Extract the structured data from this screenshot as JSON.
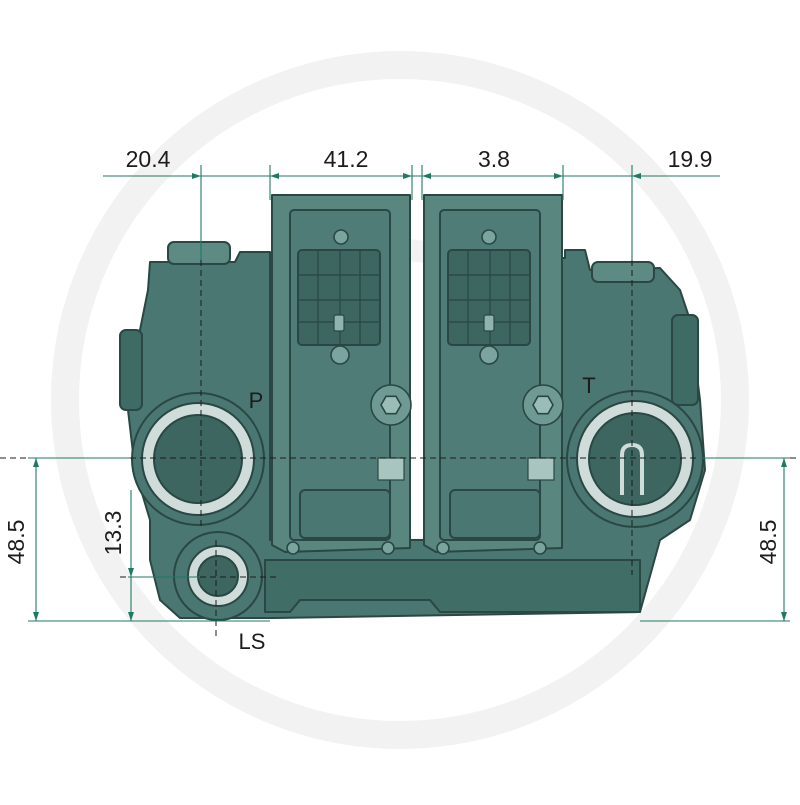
{
  "dimensions": {
    "top_left": "20.4",
    "top_mid_left": "41.2",
    "top_mid_right": "3.8",
    "top_right": "19.9",
    "left_height": "48.5",
    "ls_height": "13.3",
    "right_height": "48.5"
  },
  "port_labels": {
    "pressure": "P",
    "tank": "T",
    "load_sense": "LS"
  },
  "colors": {
    "body_fill": "#4a7771",
    "body_dark": "#2a4744",
    "body_light": "#6f9a93",
    "dimension_line": "#1f7a63",
    "centerline": "#1c1c1c",
    "watermark": "#f1f1f1"
  }
}
